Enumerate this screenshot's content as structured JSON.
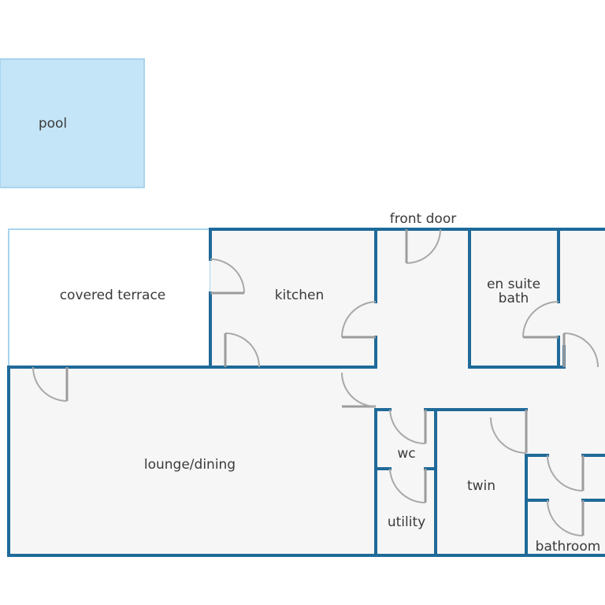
{
  "colors": {
    "wall": "#1f6a99",
    "pool_fill": "#c4e4f7",
    "pool_edge": "#a7d4ef",
    "terrace_edge": "#a7d4ef",
    "floor_fill": "#f6f6f6",
    "door": "#a8a8a8",
    "text": "#3a3a3a"
  },
  "labels": {
    "pool": "pool",
    "front_door": "front door",
    "covered_terrace": "covered terrace",
    "kitchen": "kitchen",
    "en_suite_line1": "en suite",
    "en_suite_line2": "bath",
    "lounge_dining": "lounge/dining",
    "wc": "wc",
    "utility": "utility",
    "twin": "twin",
    "bathroom": "bathroom"
  }
}
